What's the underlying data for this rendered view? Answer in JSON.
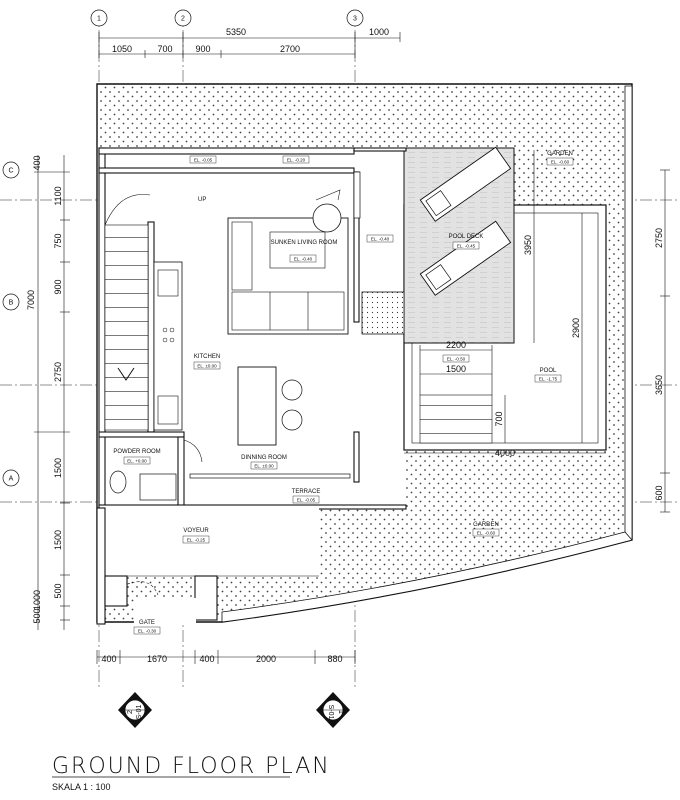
{
  "title": "GROUND FLOOR PLAN",
  "scale": "SKALA 1 : 100",
  "colors": {
    "line": "#111111",
    "hatch": "#8a8a8a",
    "deck": "#bdbdbd"
  },
  "grid_markers": {
    "vertical": [
      "1",
      "2",
      "3"
    ],
    "horizontal": [
      "C",
      "B",
      "A"
    ]
  },
  "dimensions": {
    "top_overall": "5350",
    "top_right": "1000",
    "top_segments": [
      "1050",
      "700",
      "900",
      "2700"
    ],
    "bottom_segments": [
      "400",
      "1670",
      "400",
      "2000",
      "880"
    ],
    "left_overall": "7000",
    "left_segments": [
      "400",
      "1100",
      "750",
      "900",
      "2750",
      "1500",
      "1500",
      "1000",
      "500",
      "500"
    ],
    "right_segments": [
      "2750",
      "3650",
      "600"
    ],
    "pool_width": "2200",
    "pool_step": "1500",
    "pool_length": "4000",
    "deck_depth": "3950",
    "pool_depth": "2900",
    "step_depth": "700"
  },
  "rooms": {
    "sunken_living": "SUNKEN LIVING ROOM",
    "pool_deck": "POOL DECK",
    "garden_top": "GARDEN",
    "kitchen": "KITCHEN",
    "pool": "POOL",
    "powder_room": "POWDER ROOM",
    "dining_room": "DINNING ROOM",
    "terrace": "TERRACE",
    "voyeur": "VOYEUR",
    "garden_bottom": "GARDEN",
    "gate": "GATE",
    "up": "UP"
  },
  "levels": {
    "top_left": "EL. -0.05",
    "top_mid": "EL. -0.20",
    "living": "EL. -0.40",
    "living_right": "EL. -0.40",
    "pool_deck": "EL. -0.45",
    "garden_top": "EL. -0.60",
    "kitchen": "EL. ±0.00",
    "pool_ledge": "EL. -0.50",
    "pool": "EL. -1.75",
    "powder_room": "EL. +0.00",
    "dining_room": "EL. ±0.00",
    "terrace": "EL. -0.05",
    "voyeur": "EL. -0.25",
    "garden_bottom": "EL. -0.60",
    "gate": "EL. -0.30"
  },
  "section_markers": [
    {
      "number": "2",
      "sheet": "S-01"
    },
    {
      "number": "1",
      "sheet": "S-01"
    }
  ]
}
